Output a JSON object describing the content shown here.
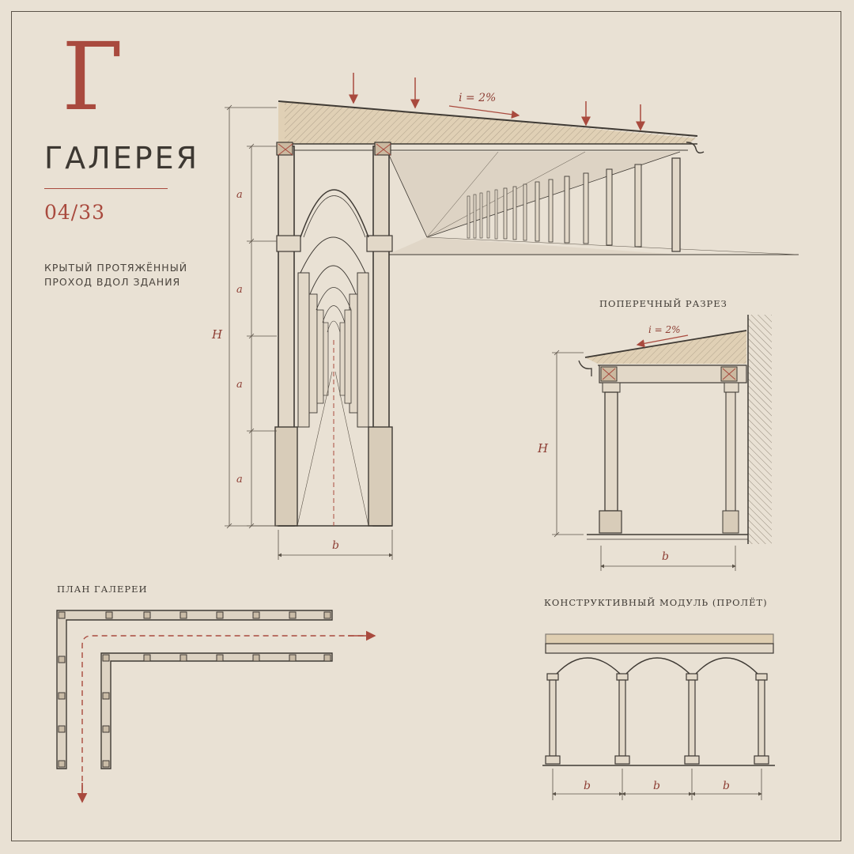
{
  "header": {
    "letter": "Г",
    "title": "ГАЛЕРЕЯ",
    "page_number": "04/33",
    "description_lines": [
      "КРЫТЫЙ ПРОТЯЖЁННЫЙ",
      "ПРОХОД ВДОЛ ЗДАНИЯ"
    ]
  },
  "perspective_view": {
    "slope_label": "i = 2%",
    "height_label": "H",
    "bay_labels": [
      "a",
      "a",
      "a",
      "a"
    ],
    "width_label": "b"
  },
  "cross_section": {
    "caption": "ПОПЕРЕЧНЫЙ РАЗРЕЗ",
    "slope_label": "i = 2%",
    "height_label": "H",
    "width_label": "b"
  },
  "plan": {
    "caption": "ПЛАН ГАЛЕРЕИ"
  },
  "module": {
    "caption": "КОНСТРУКТИВНЫЙ МОДУЛЬ (ПРОЛЁТ)",
    "span_labels": [
      "b",
      "b",
      "b"
    ]
  },
  "colors": {
    "paper": "#e9e1d4",
    "ink": "#3f3a34",
    "accent_red": "#a94a3e",
    "roof_fill": "#d9c29b"
  }
}
